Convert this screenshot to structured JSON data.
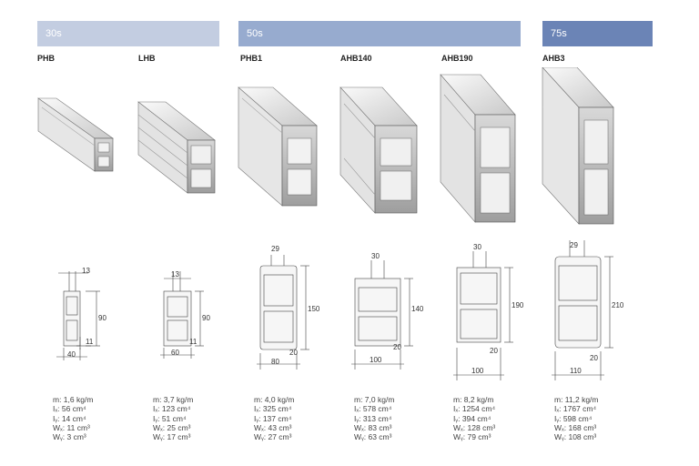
{
  "bands": [
    {
      "label": "30s",
      "color": "#c3cde1"
    },
    {
      "label": "50s",
      "color": "#97abcf"
    },
    {
      "label": "75s",
      "color": "#6b84b6"
    }
  ],
  "profiles": [
    {
      "name": "PHB",
      "dims": {
        "top": "13",
        "height": "90",
        "web": "11",
        "width": "40"
      },
      "specs": [
        "m:  1,6 kg/m",
        "Iₓ:  56 cm⁴",
        "Iᵧ:  14 cm⁴",
        "Wₓ: 11 cm³",
        "Wᵧ:  3 cm³"
      ]
    },
    {
      "name": "LHB",
      "dims": {
        "top": "13",
        "height": "90",
        "web": "11",
        "width": "60"
      },
      "specs": [
        "m:  3,7 kg/m",
        "Iₓ:  123 cm⁴",
        "Iᵧ:  51 cm⁴",
        "Wₓ: 25 cm³",
        "Wᵧ: 17 cm³"
      ]
    },
    {
      "name": "PHB1",
      "dims": {
        "top": "29",
        "height": "150",
        "web": "20",
        "width": "80"
      },
      "specs": [
        "m:  4,0 kg/m",
        "Iₓ:  325 cm⁴",
        "Iᵧ:  137 cm⁴",
        "Wₓ: 43 cm³",
        "Wᵧ: 27 cm³"
      ]
    },
    {
      "name": "AHB140",
      "dims": {
        "top": "30",
        "height": "140",
        "web": "20",
        "width": "100"
      },
      "specs": [
        "m:  7,0 kg/m",
        "Iₓ:  578 cm⁴",
        "Iᵧ:  313 cm⁴",
        "Wₓ: 83 cm³",
        "Wᵧ: 63 cm³"
      ]
    },
    {
      "name": "AHB190",
      "dims": {
        "top": "30",
        "height": "190",
        "web": "20",
        "width": "100"
      },
      "specs": [
        "m:  8,2 kg/m",
        "Iₓ:  1254 cm⁴",
        "Iᵧ:  394 cm⁴",
        "Wₓ: 128 cm³",
        "Wᵧ: 79 cm³"
      ]
    },
    {
      "name": "AHB3",
      "dims": {
        "top": "29",
        "height": "210",
        "web": "20",
        "width": "110"
      },
      "specs": [
        "m:  11,2 kg/m",
        "Iₓ:  1767 cm⁴",
        "Iᵧ:  598 cm⁴",
        "Wₓ: 168 cm³",
        "Wᵧ: 108 cm³"
      ]
    }
  ]
}
